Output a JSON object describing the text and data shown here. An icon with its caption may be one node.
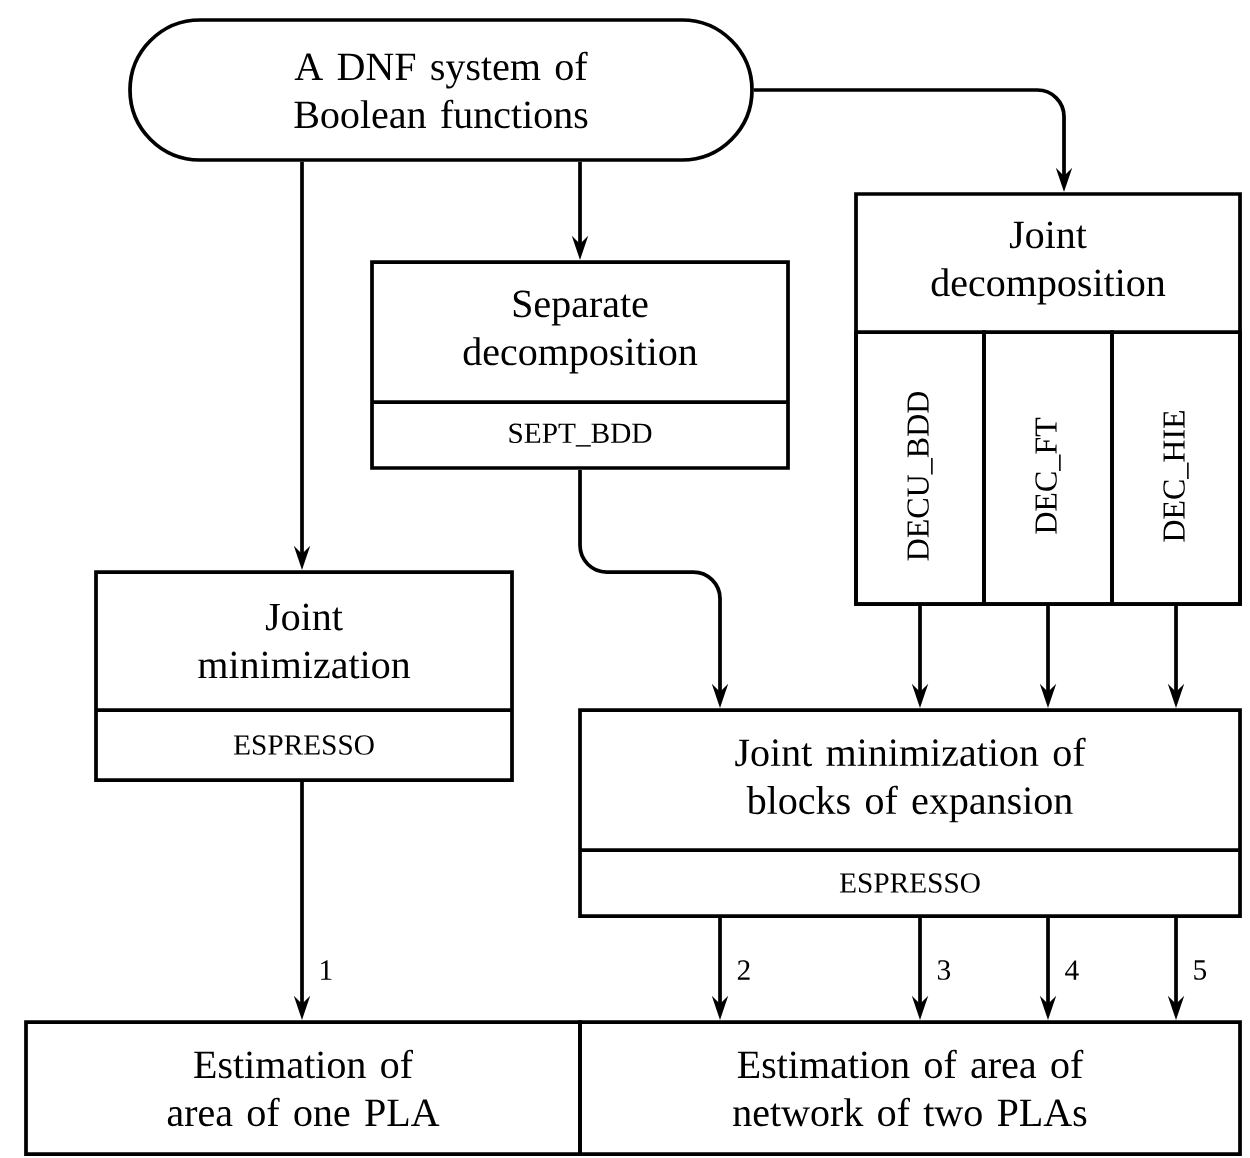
{
  "diagram": {
    "nodes": [
      {
        "text": [
          "A DNF system of Boolean functions"
        ]
      },
      {
        "text": [
          "Separate decomposition",
          "SEPT_BDD"
        ]
      },
      {
        "text": [
          "Joint decomposition"
        ]
      },
      {
        "text": [
          "DECU_BDD"
        ],
        "in": 2
      },
      {
        "text": [
          "DEC_FT"
        ],
        "in": 2
      },
      {
        "text": [
          "DEC_HIE"
        ],
        "in": 2
      },
      {
        "text": [
          "Joint minimization",
          "ESPRESSO"
        ]
      },
      {
        "text": [
          "Joint minimization of blocks of expansion",
          "ESPRESSO"
        ]
      },
      {
        "text": [
          "Estimation of area of one PLA"
        ]
      },
      {
        "text": [
          "Estimation of area of network of two PLAs"
        ]
      }
    ],
    "edges": [
      {
        "from": 0,
        "to": 6,
        "arrow": "to"
      },
      {
        "from": 0,
        "to": 1,
        "arrow": "to"
      },
      {
        "from": 0,
        "to": 2,
        "arrow": "to"
      },
      {
        "from": 1,
        "to": 7,
        "arrow": "to"
      },
      {
        "from": 3,
        "to": 7,
        "arrow": "to"
      },
      {
        "from": 4,
        "to": 7,
        "arrow": "to"
      },
      {
        "from": 5,
        "to": 7,
        "arrow": "to"
      },
      {
        "from": 6,
        "to": 8,
        "arrow": "to",
        "label": "1"
      },
      {
        "from": 7,
        "to": 9,
        "arrow": "to",
        "label": "2"
      },
      {
        "from": 7,
        "to": 9,
        "arrow": "to",
        "label": "3"
      },
      {
        "from": 7,
        "to": 9,
        "arrow": "to",
        "label": "4"
      },
      {
        "from": 7,
        "to": 9,
        "arrow": "to",
        "label": "5"
      }
    ]
  }
}
